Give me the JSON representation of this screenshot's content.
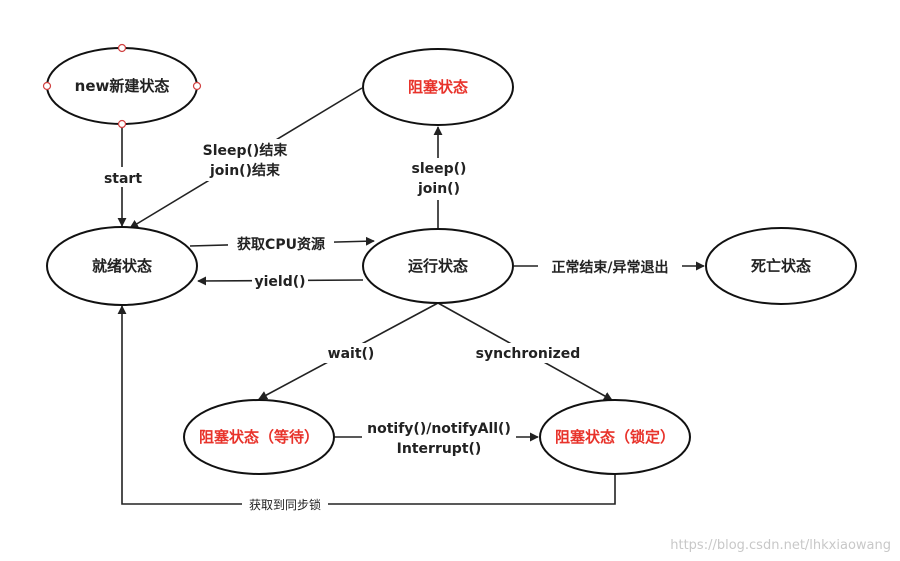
{
  "colors": {
    "stroke": "#111111",
    "text": "#222222",
    "highlight": "#e8332b",
    "handle": "#d04040",
    "watermark": "#c8c8c8"
  },
  "nodes": {
    "new": "new新建状态",
    "blocked_top": "阻塞状态",
    "ready": "就绪状态",
    "running": "运行状态",
    "dead": "死亡状态",
    "blocked_wait": "阻塞状态（等待）",
    "blocked_lock": "阻塞状态（锁定）"
  },
  "edges": {
    "start": "start",
    "sleep_end": [
      "Sleep()结束",
      "join()结束"
    ],
    "acquire_cpu": "获取CPU资源",
    "yield": "yield()",
    "sleep_join": [
      "sleep()",
      "join()"
    ],
    "finish": "正常结束/异常退出",
    "wait": "wait()",
    "synchronized": "synchronized",
    "notify": [
      "notify()/notifyAll()",
      "Interrupt()"
    ],
    "acquire_lock": "获取到同步锁"
  },
  "watermark": "https://blog.csdn.net/lhkxiaowang"
}
